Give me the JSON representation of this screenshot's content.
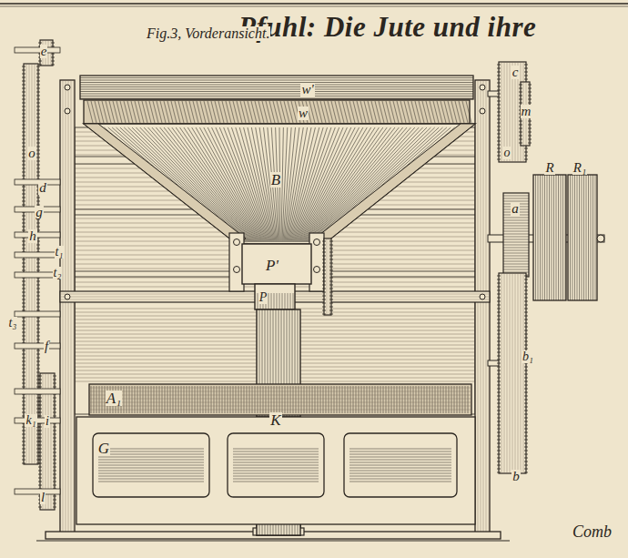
{
  "diagram": {
    "title": "Pfuhl: Die Jute und ihre",
    "labels": [
      "Fig.3, Vorderansicht.",
      "w'",
      "c",
      "e",
      "w",
      "m",
      "o",
      "o",
      "B",
      "R",
      "R₁",
      "d",
      "g",
      "a",
      "h",
      "t₁",
      "P'",
      "t₂",
      "P",
      "t₃",
      "f",
      "b₁",
      "A₁",
      "K",
      "k₁",
      "i",
      "G",
      "b",
      "l",
      "Comb"
    ]
  }
}
